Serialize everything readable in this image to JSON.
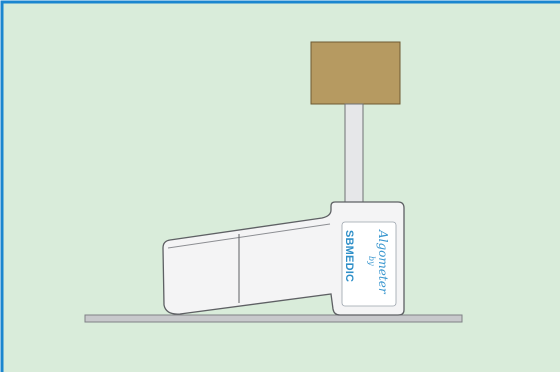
{
  "device": {
    "script_name": "Algometer",
    "by_text": "by",
    "brand": "SBMEDIC"
  },
  "colors": {
    "background": "#d9ecda",
    "border": "#1b86cf",
    "weight_block": "#b69a61",
    "device_body": "#f4f4f5",
    "base_plate": "#c8c9cc",
    "brand_text": "#2e8fc8"
  }
}
